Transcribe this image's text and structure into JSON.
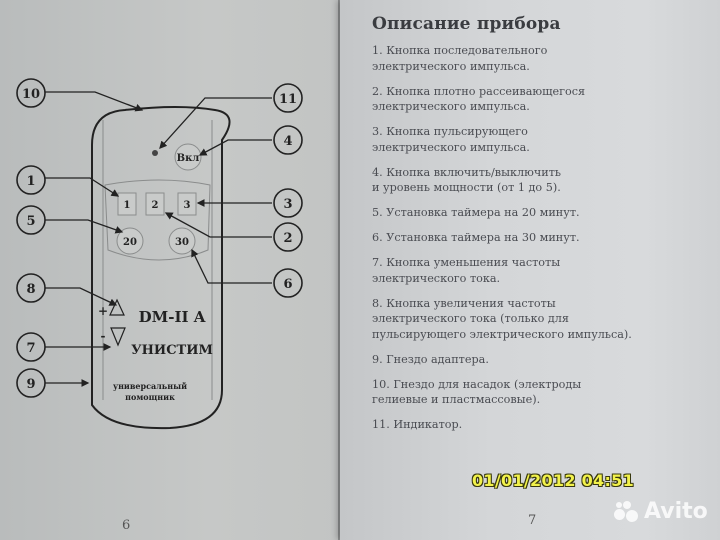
{
  "left_page": {
    "page_number": "6",
    "device": {
      "model": "DM-II A",
      "brand": "УНИСТИМ",
      "tagline_line1": "универсальный",
      "tagline_line2": "помощник",
      "buttons": {
        "on": "Вкл",
        "mode1": "1",
        "mode2": "2",
        "mode3": "3",
        "timer20": "20",
        "timer30": "30",
        "plus": "+",
        "minus": "-"
      }
    },
    "callouts": [
      "10",
      "11",
      "4",
      "1",
      "3",
      "5",
      "2",
      "6",
      "8",
      "7",
      "9"
    ]
  },
  "right_page": {
    "title": "Описание прибора",
    "page_number": "7",
    "items": [
      "1. Кнопка последовательного\nэлектрического импульса.",
      "2. Кнопка плотно рассеивающегося\nэлектрического импульса.",
      "3. Кнопка пульсирующего\nэлектрического импульса.",
      "4. Кнопка включить/выключить\nи уровень мощности (от 1 до 5).",
      "5. Установка таймера на 20 минут.",
      "6. Установка таймера на 30 минут.",
      "7. Кнопка уменьшения частоты\nэлектрического тока.",
      "8. Кнопка увеличения частоты\nэлектрического тока (только для\nпульсирующего электрического импульса).",
      "9. Гнездо адаптера.",
      "10. Гнездо для насадок (электроды\nгелиевые и пластмассовые).",
      "11. Индикатор."
    ]
  },
  "overlay": {
    "timestamp": "01/01/2012 04:51",
    "watermark": "Avito"
  }
}
